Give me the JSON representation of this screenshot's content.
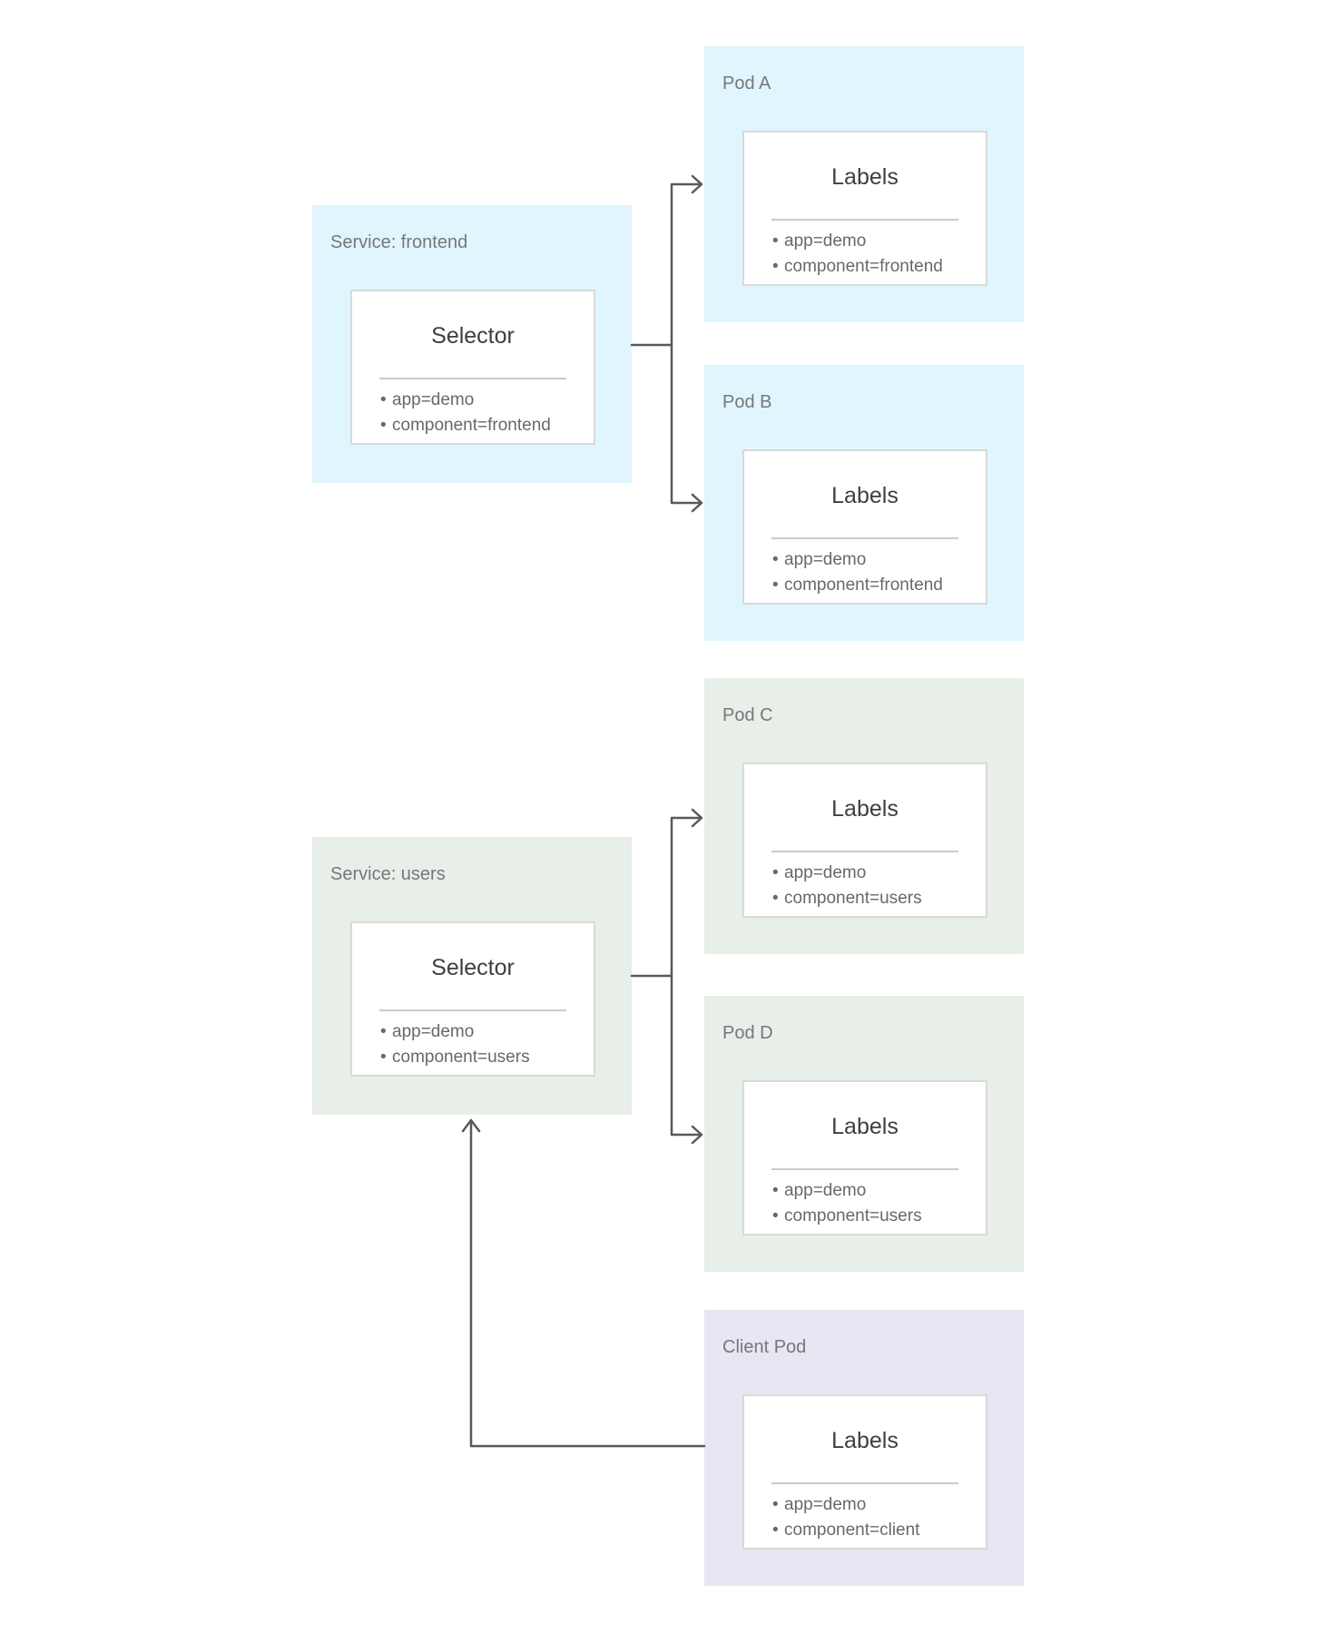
{
  "services": [
    {
      "header": "Service: frontend",
      "card": {
        "title": "Selector",
        "items": [
          "app=demo",
          "component=frontend"
        ]
      }
    },
    {
      "header": "Service: users",
      "card": {
        "title": "Selector",
        "items": [
          "app=demo",
          "component=users"
        ]
      }
    }
  ],
  "pods": [
    {
      "header": "Pod A",
      "card": {
        "title": "Labels",
        "items": [
          "app=demo",
          "component=frontend"
        ]
      }
    },
    {
      "header": "Pod B",
      "card": {
        "title": "Labels",
        "items": [
          "app=demo",
          "component=frontend"
        ]
      }
    },
    {
      "header": "Pod C",
      "card": {
        "title": "Labels",
        "items": [
          "app=demo",
          "component=users"
        ]
      }
    },
    {
      "header": "Pod D",
      "card": {
        "title": "Labels",
        "items": [
          "app=demo",
          "component=users"
        ]
      }
    },
    {
      "header": "Client Pod",
      "card": {
        "title": "Labels",
        "items": [
          "app=demo",
          "component=client"
        ]
      }
    }
  ],
  "colors": {
    "frontend_bg": "#E1F5FE",
    "users_bg": "#E8EFE9",
    "client_bg": "#E9E5F2",
    "card_bg": "#FFFFFF",
    "card_border": "#D9D9D9",
    "divider": "#C9CBCD",
    "arrow": "#565A5D",
    "header_text": "#75787B",
    "title_text": "#3C4043",
    "item_text": "#66696C"
  }
}
